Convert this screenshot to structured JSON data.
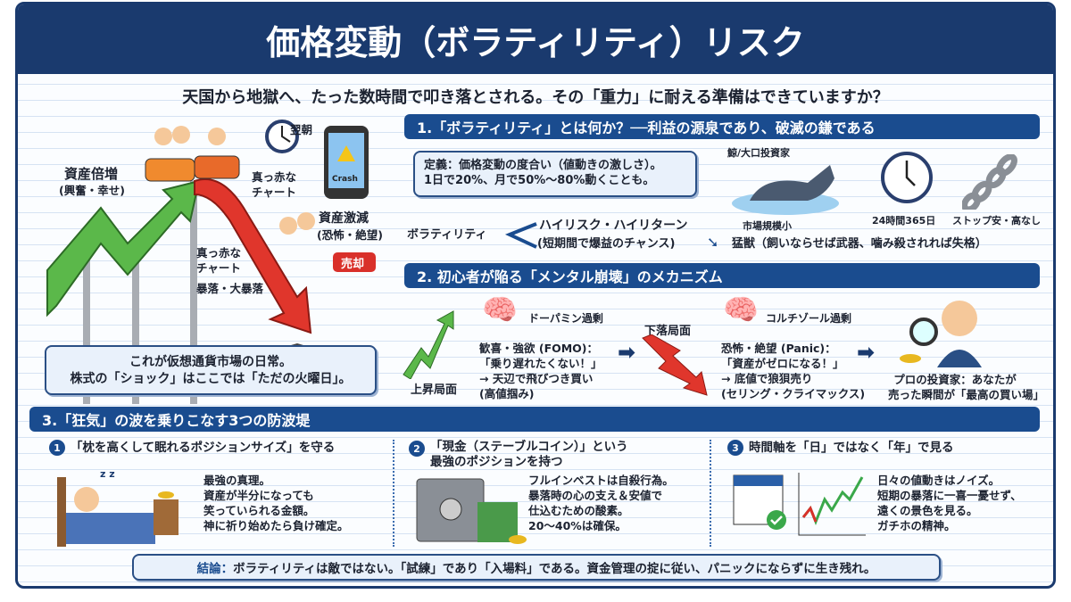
{
  "title": "価格変動（ボラティリティ）リスク",
  "subtitle": "天国から地獄へ、たった数時間で叩き落とされる。その「重力」に耐える準備はできていますか？",
  "hero": {
    "asset_double": "資産倍増",
    "asset_double_sub": "(興奮・幸せ)",
    "next_morning": "翌朝",
    "phone_text": "Crash",
    "red_chart_1": "真っ赤な\nチャート",
    "red_chart_2": "真っ赤な\nチャート",
    "asset_crash": "資産激減",
    "asset_crash_sub": "(恐怖・絶望)",
    "sell_button": "売却",
    "crash_label": "暴落・大暴落",
    "caption_1": "これが仮想通貨市場の日常。",
    "caption_2": "株式の「ショック」はここでは「ただの火曜日」。"
  },
  "section1": {
    "header": "1.「ボラティリティ」とは何か？──利益の源泉であり、破滅の鎌である",
    "definition_1": "定義：価格変動の度合い（値動きの激しさ）。",
    "definition_2": "1日で20%、月で50%〜80%動くことも。",
    "whale_label": "鯨/大口投資家",
    "market_small": "市場規模小",
    "hours": "24時間365日",
    "no_limit": "ストップ安・高なし",
    "volatility": "ボラティリティ",
    "high_risk": "ハイリスク・ハイリターン",
    "short_term": "(短期間で爆益のチャンス)",
    "beast": "猛獣（飼いならせば武器、噛み殺されれば失格）"
  },
  "section2": {
    "header": "2. 初心者が陥る「メンタル崩壊」のメカニズム",
    "up_phase": "上昇局面",
    "dopamine": "ドーパミン過剰",
    "greed": [
      "歓喜・強欲 (FOMO)：",
      "「乗り遅れたくない！」",
      "→ 天辺で飛びつき買い",
      "(高値掴み)"
    ],
    "down_phase": "下落局面",
    "cortisol": "コルチゾール過剰",
    "fear": [
      "恐怖・絶望 (Panic)：",
      "「資産がゼロになる！」",
      "→ 底値で狼狽売り",
      "(セリング・クライマックス)"
    ],
    "pro": [
      "プロの投資家：あなたが",
      "売った瞬間が「最高の買い場」"
    ]
  },
  "section3": {
    "header": "3.「狂気」の波を乗りこなす3つの防波堤",
    "items": [
      {
        "num": "1",
        "title": "「枕を高くして眠れるポジションサイズ」を守る",
        "body": [
          "最強の真理。",
          "資産が半分になっても",
          "笑っていられる金額。",
          "神に祈り始めたら負け確定。"
        ]
      },
      {
        "num": "2",
        "title": "「現金（ステーブルコイン）」という\n最強のポジションを持つ",
        "body": [
          "フルインベストは自殺行為。",
          "暴落時の心の支え＆安値で",
          "仕込むための酸素。",
          "20〜40%は確保。"
        ]
      },
      {
        "num": "3",
        "title": "時間軸を「日」ではなく「年」で見る",
        "body": [
          "日々の値動きはノイズ。",
          "短期の暴落に一喜一憂せず、",
          "遠くの景色を見る。",
          "ガチホの精神。"
        ]
      }
    ]
  },
  "conclusion": {
    "label": "結論：",
    "text": "ボラティリティは敵ではない。「試練」であり「入場料」である。資金管理の掟に従い、パニックにならずに生き残れ。"
  }
}
